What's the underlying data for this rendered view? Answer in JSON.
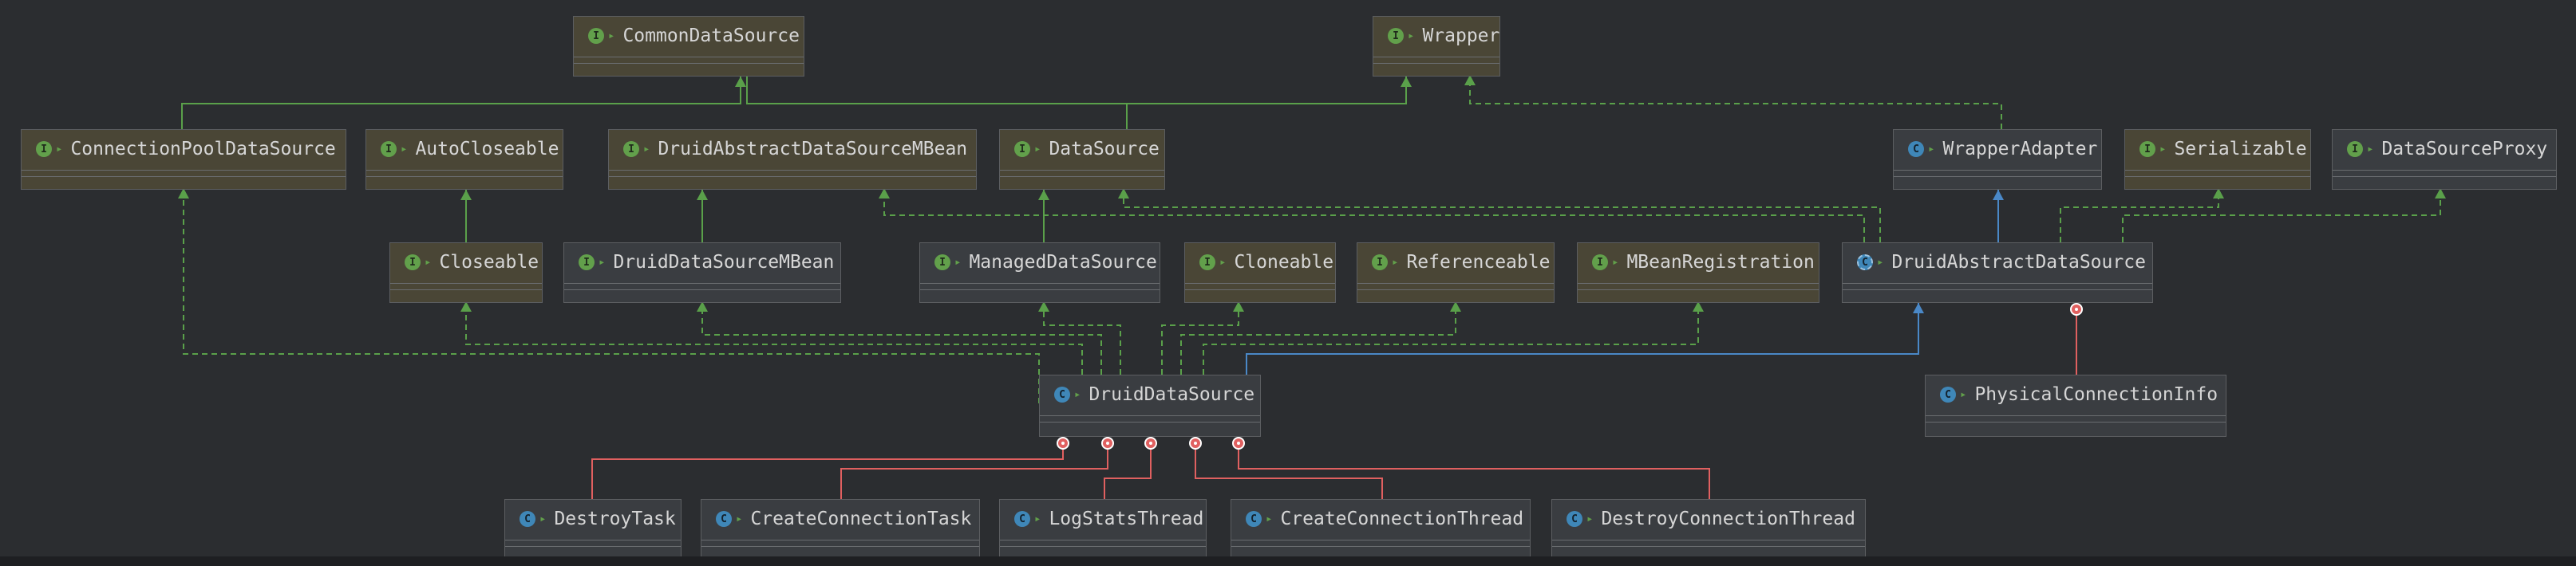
{
  "colors": {
    "background": "#2b2d30",
    "interface_fill": "#4a4636",
    "class_fill": "#3a3d41",
    "extends_line": "#5aa04a",
    "implements_line": "#5aa04a",
    "class_extends_line": "#4a88c7",
    "inner_class_line": "#e06060"
  },
  "nodes": {
    "common_data_source": {
      "label": "CommonDataSource",
      "kind": "interface",
      "icon": "interface-icon"
    },
    "wrapper": {
      "label": "Wrapper",
      "kind": "interface",
      "icon": "interface-icon"
    },
    "connection_pool_data_source": {
      "label": "ConnectionPoolDataSource",
      "kind": "interface",
      "icon": "interface-icon"
    },
    "auto_closeable": {
      "label": "AutoCloseable",
      "kind": "interface",
      "icon": "interface-icon"
    },
    "druid_abstract_data_source_mbean": {
      "label": "DruidAbstractDataSourceMBean",
      "kind": "interface",
      "icon": "interface-icon"
    },
    "data_source": {
      "label": "DataSource",
      "kind": "interface",
      "icon": "interface-icon"
    },
    "wrapper_adapter": {
      "label": "WrapperAdapter",
      "kind": "class",
      "icon": "class-icon"
    },
    "serializable": {
      "label": "Serializable",
      "kind": "interface",
      "icon": "interface-icon"
    },
    "data_source_proxy": {
      "label": "DataSourceProxy",
      "kind": "interface",
      "icon": "interface-icon"
    },
    "closeable": {
      "label": "Closeable",
      "kind": "interface",
      "icon": "interface-icon"
    },
    "druid_data_source_mbean": {
      "label": "DruidDataSourceMBean",
      "kind": "interface",
      "icon": "interface-icon"
    },
    "managed_data_source": {
      "label": "ManagedDataSource",
      "kind": "interface",
      "icon": "interface-icon"
    },
    "cloneable": {
      "label": "Cloneable",
      "kind": "interface",
      "icon": "interface-icon"
    },
    "referenceable": {
      "label": "Referenceable",
      "kind": "interface",
      "icon": "interface-icon"
    },
    "mbean_registration": {
      "label": "MBeanRegistration",
      "kind": "interface",
      "icon": "interface-icon"
    },
    "druid_abstract_data_source": {
      "label": "DruidAbstractDataSource",
      "kind": "abstract-class",
      "icon": "abstract-class-icon"
    },
    "druid_data_source": {
      "label": "DruidDataSource",
      "kind": "class",
      "icon": "class-icon"
    },
    "physical_connection_info": {
      "label": "PhysicalConnectionInfo",
      "kind": "interface-class",
      "icon": "class-icon"
    },
    "destroy_task": {
      "label": "DestroyTask",
      "kind": "class",
      "icon": "class-icon"
    },
    "create_connection_task": {
      "label": "CreateConnectionTask",
      "kind": "class",
      "icon": "class-icon"
    },
    "log_stats_thread": {
      "label": "LogStatsThread",
      "kind": "class",
      "icon": "class-icon"
    },
    "create_connection_thread": {
      "label": "CreateConnectionThread",
      "kind": "class",
      "icon": "class-icon"
    },
    "destroy_connection_thread": {
      "label": "DestroyConnectionThread",
      "kind": "class",
      "icon": "class-icon"
    }
  }
}
